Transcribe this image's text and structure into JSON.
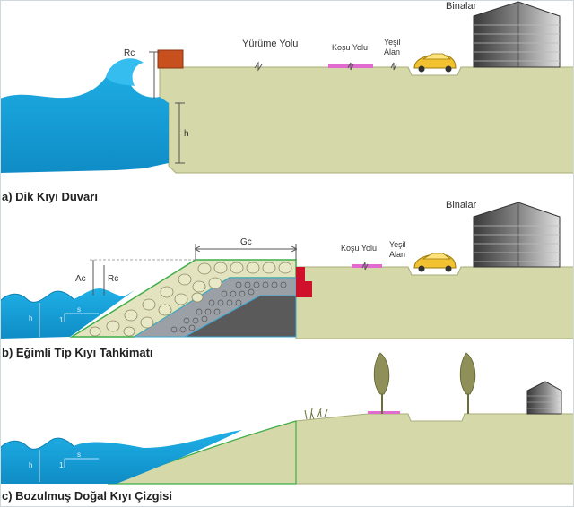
{
  "colors": {
    "sea": "#1aa3dd",
    "sea_dark": "#0e7fb3",
    "land": "#d5d8a8",
    "land_edge": "#a9ad7a",
    "wall": "#c8501e",
    "rock_fill": "#e3e3bf",
    "rock_stroke": "#8a8a66",
    "core": "#5a5a5a",
    "filter": "#9aa0a6",
    "outline_green": "#3fae49",
    "path_pink": "#e26bd0",
    "car": "#f2c230",
    "building_dark": "#444444",
    "building_light": "#d0d0d0",
    "tree": "#8e9058"
  },
  "panel_a": {
    "caption": "a) Dik Kıyı Duvarı",
    "rc_label": "Rc",
    "h_label": "h",
    "walk_label": "Yürüme Yolu",
    "run_label": "Koşu Yolu",
    "green_label_1": "Yeşil",
    "green_label_2": "Alan",
    "buildings_label": "Binalar",
    "icons": [
      "car-icon",
      "building-icon",
      "wave-icon"
    ]
  },
  "panel_b": {
    "caption": "b) Eğimli Tip Kıyı Tahkimatı",
    "gc_label": "Gc",
    "ac_label": "Ac",
    "rc_label": "Rc",
    "hs_label": "h",
    "s_label": "s",
    "one_label": "1",
    "run_label": "Koşu Yolu",
    "green_label_1": "Yeşil",
    "green_label_2": "Alan",
    "buildings_label": "Binalar",
    "icons": [
      "car-icon",
      "building-icon",
      "wave-icon"
    ]
  },
  "panel_c": {
    "caption": "c) Bozulmuş Doğal Kıyı Çizgisi",
    "hs_label": "h",
    "s_label": "s",
    "one_label": "1",
    "icons": [
      "tree-icon",
      "building-icon",
      "wave-icon",
      "grass-icon"
    ]
  }
}
